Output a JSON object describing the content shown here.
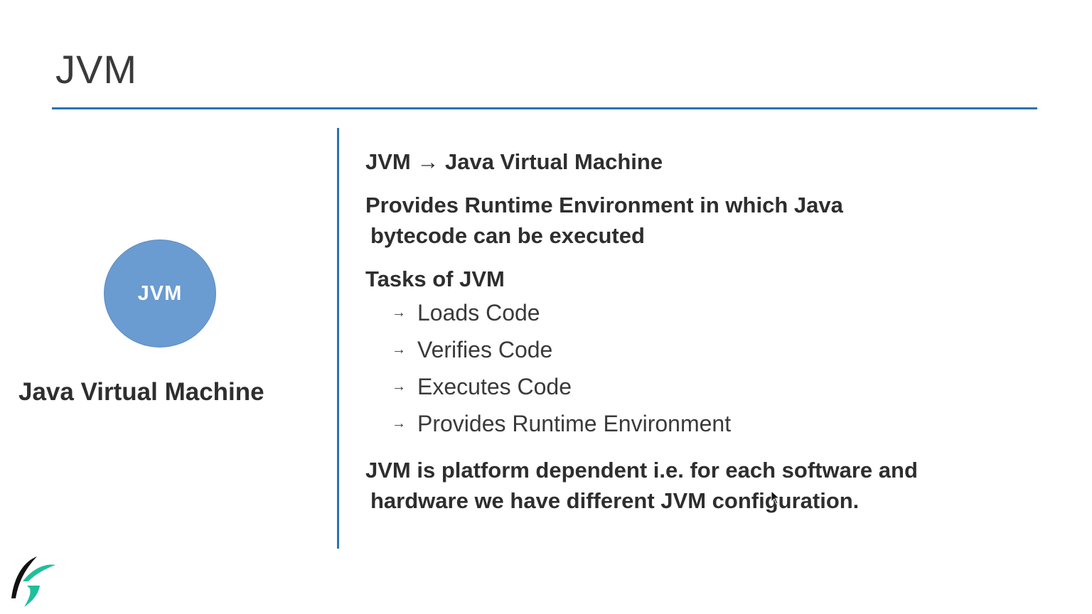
{
  "slide": {
    "title": "JVM",
    "circle_label": "JVM",
    "circle_caption": "Java Virtual Machine",
    "definition": "JVM → Java Virtual Machine",
    "runtime_line1": "Provides Runtime Environment in which Java",
    "runtime_line2": "bytecode can be executed",
    "tasks_heading": "Tasks of JVM",
    "tasks": [
      "Loads Code",
      "Verifies Code",
      "Executes Code",
      "Provides Runtime Environment"
    ],
    "platform_line1": "JVM is platform dependent i.e. for each software and",
    "platform_line2": "hardware we have different JVM configuration."
  },
  "colors": {
    "accent": "#2a73b8",
    "circle": "#6a9bd1",
    "logo_black": "#111111",
    "logo_teal": "#1fbf9a"
  },
  "icons": {
    "logo": "brand-logo-icon",
    "bullet": "arrow-bullet-icon",
    "cursor": "mouse-cursor-icon"
  }
}
